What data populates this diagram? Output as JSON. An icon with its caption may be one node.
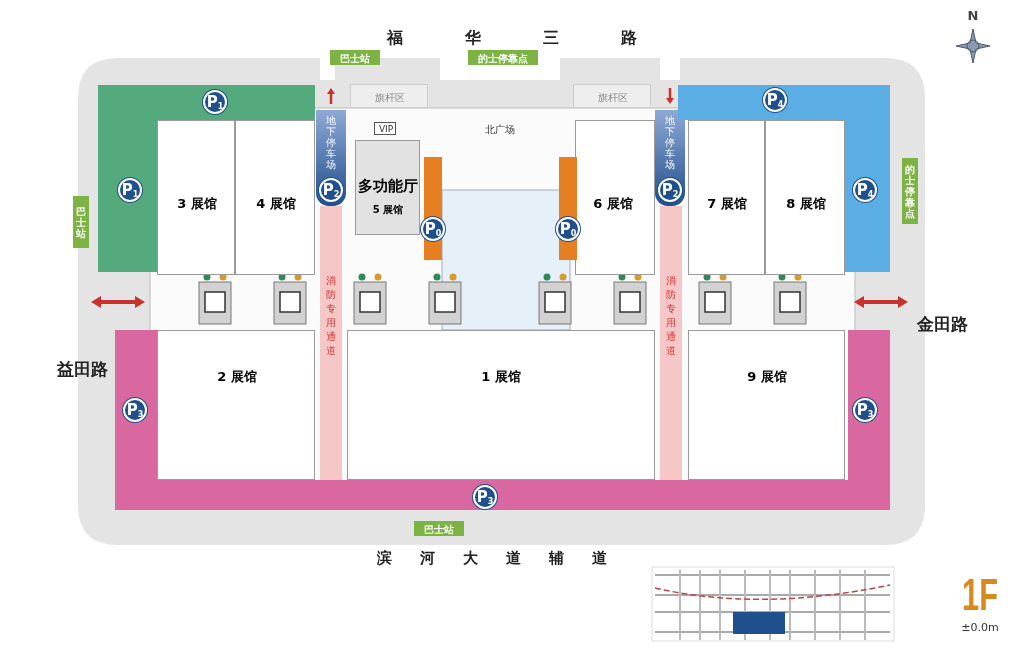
{
  "diagram": {
    "nodes": [
      {
        "text": [
          "3 展馆"
        ]
      },
      {
        "text": [
          "4 展馆"
        ]
      },
      {
        "text": [
          "多功能厅",
          "5 展馆"
        ]
      },
      {
        "text": [
          "6 展馆"
        ]
      },
      {
        "text": [
          "7 展馆"
        ]
      },
      {
        "text": [
          "8 展馆"
        ]
      },
      {
        "text": [
          "2 展馆"
        ]
      },
      {
        "text": [
          "1 展馆"
        ]
      },
      {
        "text": [
          "9 展馆"
        ]
      },
      {
        "text": [
          "北广场"
        ]
      },
      {
        "text": [
          "旗杆区"
        ]
      },
      {
        "text": [
          "旗杆区"
        ]
      },
      {
        "text": [
          "地下停车场",
          "P$_{2}$"
        ]
      },
      {
        "text": [
          "地下停车场",
          "P$_{2}$"
        ]
      },
      {
        "text": [
          "消防专用通道"
        ]
      },
      {
        "text": [
          "消防专用通道"
        ]
      },
      {
        "text": [
          "P$_{1}$",
          "P$_{1}$"
        ]
      },
      {
        "text": [
          "P$_{4}$",
          "P$_{4}$"
        ]
      },
      {
        "text": [
          "P$_{3}$",
          "P$_{3}$",
          "P$_{3}$"
        ]
      },
      {
        "text": [
          "P$_{0}$"
        ]
      },
      {
        "text": [
          "P$_{0}$"
        ]
      },
      {
        "text": [
          "巴士站"
        ]
      },
      {
        "text": [
          "的士停靠点"
        ]
      },
      {
        "text": [
          "巴士站"
        ]
      },
      {
        "text": [
          "的士停靠点"
        ]
      },
      {
        "text": [
          "巴士站"
        ]
      },
      {
        "text": [
          "VIP"
        ]
      }
    ],
    "labels": [
      "N",
      "福华三路",
      "益田路",
      "金田路",
      "滨河大道辅道",
      "1F",
      "±0.0m"
    ]
  }
}
